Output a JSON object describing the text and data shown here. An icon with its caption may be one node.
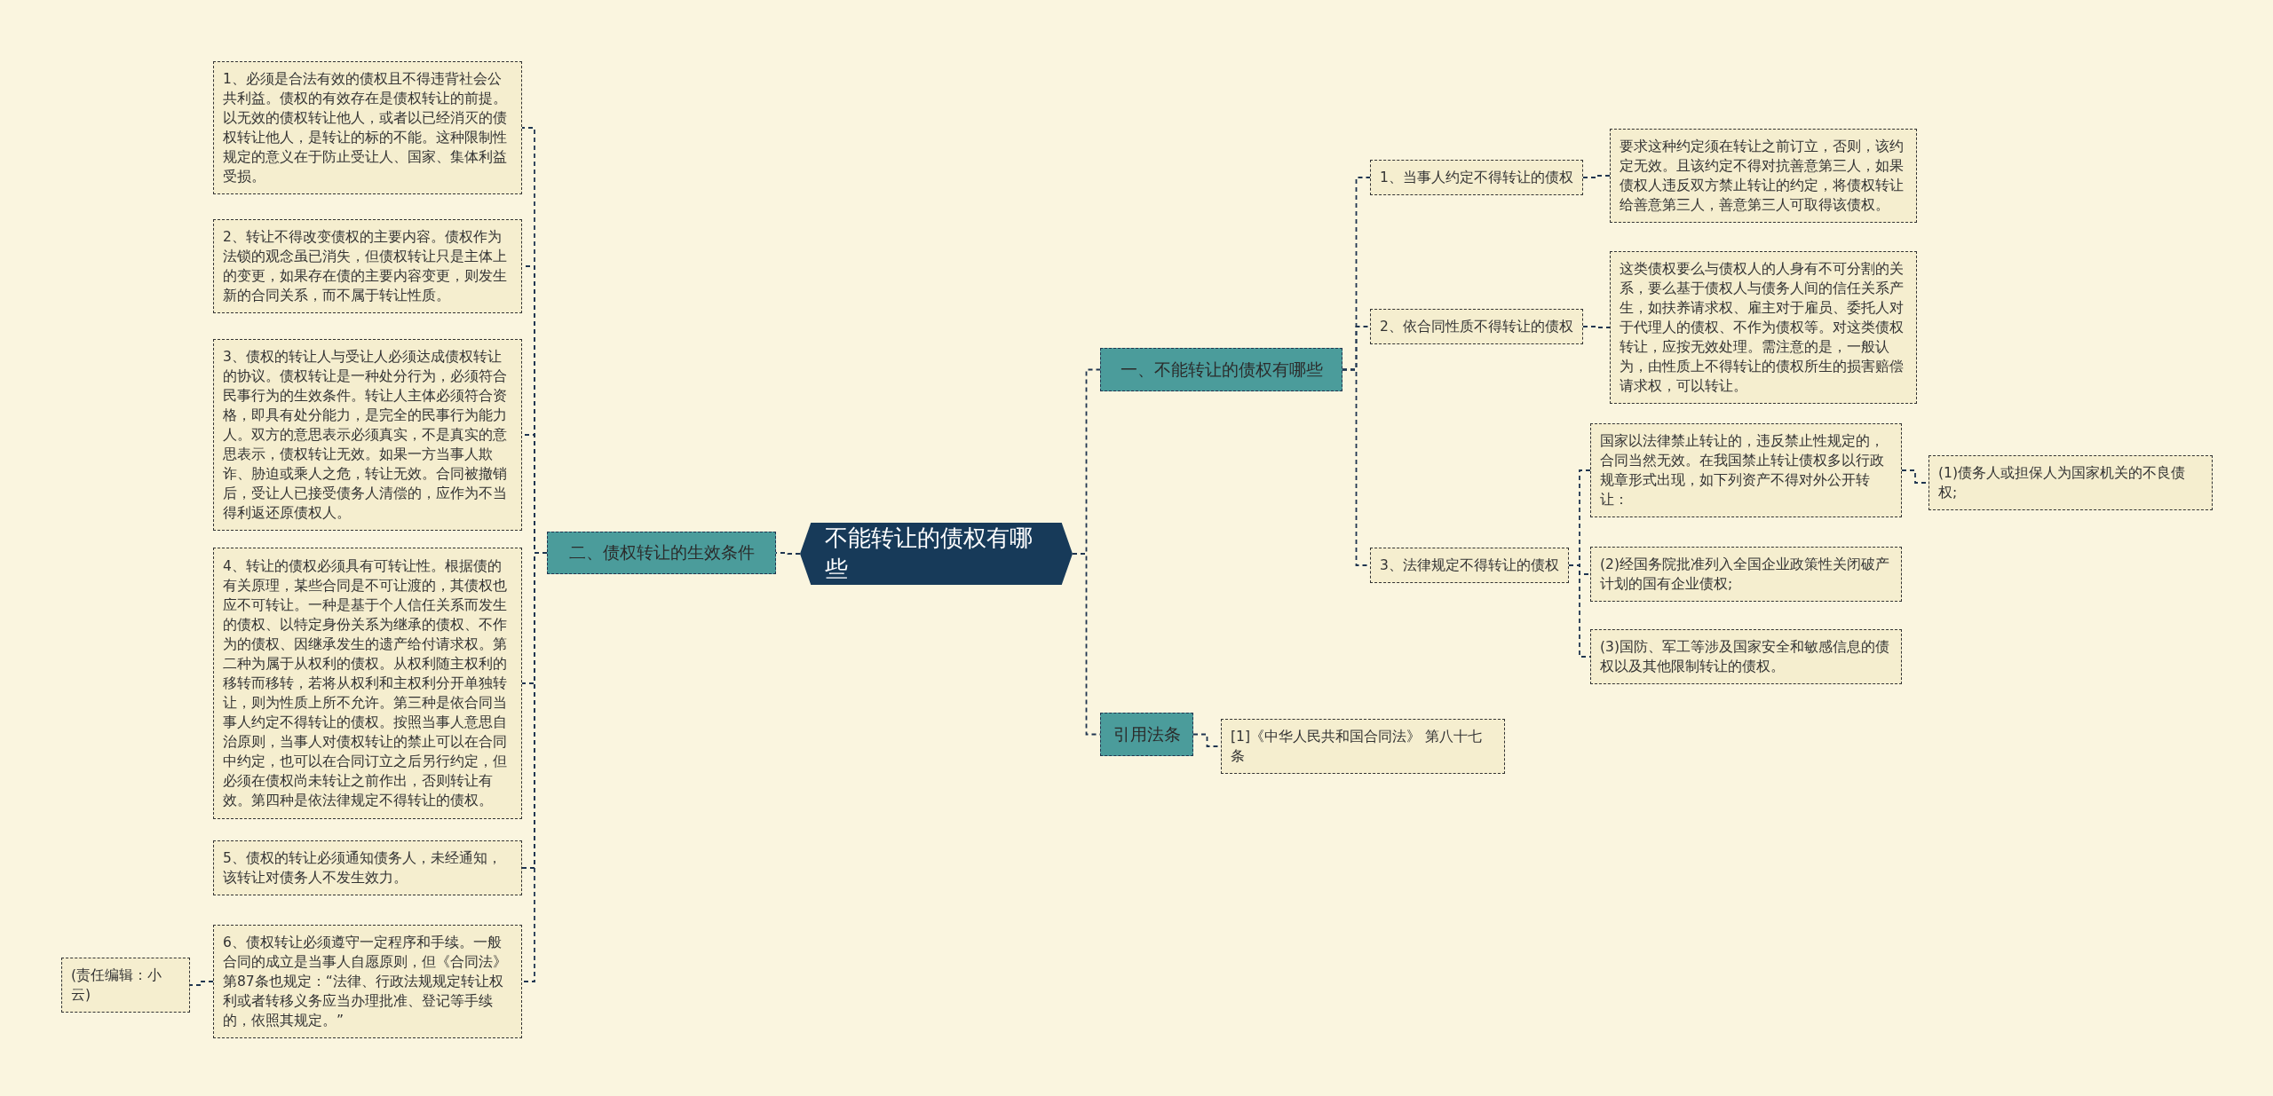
{
  "diagram": {
    "nodes": [
      {
        "text": [
          "不能转让的债权有哪些"
        ]
      },
      {
        "text": [
          "一、不能转让的债权有哪些"
        ]
      },
      {
        "text": [
          "1、当事人约定不得转让的债权"
        ]
      },
      {
        "text": [
          "要求这种约定须在转让之前订立，否则，该约定无效。且该约定不得对抗善意第三人，如果债权人违反双方禁止转让的约定，将债权转让给善意第三人，善意第三人可取得该债权。"
        ]
      },
      {
        "text": [
          "2、依合同性质不得转让的债权"
        ]
      },
      {
        "text": [
          "这类债权要么与债权人的人身有不可分割的关系，要么基于债权人与债务人间的信任关系产生，如扶养请求权、雇主对于雇员、委托人对于代理人的债权、不作为债权等。对这类债权转让，应按无效处理。需注意的是，一般认为，由性质上不得转让的债权所生的损害赔偿请求权，可以转让。"
        ]
      },
      {
        "text": [
          "3、法律规定不得转让的债权"
        ]
      },
      {
        "text": [
          "国家以法律禁止转让的，违反禁止性规定的，合同当然无效。在我国禁止转让债权多以行政规章形式出现，如下列资产不得对外公开转让："
        ]
      },
      {
        "text": [
          "(1)债务人或担保人为国家机关的不良债权;"
        ]
      },
      {
        "text": [
          "(2)经国务院批准列入全国企业政策性关闭破产计划的国有企业债权;"
        ]
      },
      {
        "text": [
          "(3)国防、军工等涉及国家安全和敏感信息的债权以及其他限制转让的债权。"
        ]
      },
      {
        "text": [
          "引用法条"
        ]
      },
      {
        "text": [
          "[1]《中华人民共和国合同法》 第八十七条"
        ]
      },
      {
        "text": [
          "二、债权转让的生效条件"
        ]
      },
      {
        "text": [
          "1、必须是合法有效的债权且不得违背社会公共利益。债权的有效存在是债权转让的前提。以无效的债权转让他人，或者以已经消灭的债权转让他人，是转让的标的不能。这种限制性规定的意义在于防止受让人、国家、集体利益受损。"
        ]
      },
      {
        "text": [
          "2、转让不得改变债权的主要内容。债权作为法锁的观念虽已消失，但债权转让只是主体上的变更，如果存在债的主要内容变更，则发生新的合同关系，而不属于转让性质。"
        ]
      },
      {
        "text": [
          "3、债权的转让人与受让人必须达成债权转让的协议。债权转让是一种处分行为，必须符合民事行为的生效条件。转让人主体必须符合资格，即具有处分能力，是完全的民事行为能力人。双方的意思表示必须真实，不是真实的意思表示，债权转让无效。如果一方当事人欺诈、胁迫或乘人之危，转让无效。合同被撤销后，受让人已接受债务人清偿的，应作为不当得利返还原债权人。"
        ]
      },
      {
        "text": [
          "4、转让的债权必须具有可转让性。根据债的有关原理，某些合同是不可让渡的，其债权也应不可转让。一种是基于个人信任关系而发生的债权、以特定身份关系为继承的债权、不作为的债权、因继承发生的遗产给付请求权。第二种为属于从权利的债权。从权利随主权利的移转而移转，若将从权利和主权利分开单独转让，则为性质上所不允许。第三种是依合同当事人约定不得转让的债权。按照当事人意思自治原则，当事人对债权转让的禁止可以在合同中约定，也可以在合同订立之后另行约定，但必须在债权尚未转让之前作出，否则转让有效。第四种是依法律规定不得转让的债权。"
        ]
      },
      {
        "text": [
          "5、债权的转让必须通知债务人，未经通知，该转让对债务人不发生效力。"
        ]
      },
      {
        "text": [
          "6、债权转让必须遵守一定程序和手续。一般合同的成立是当事人自愿原则，但《合同法》第87条也规定：“法律、行政法规规定转让权利或者转移义务应当办理批准、登记等手续的，依照其规定。”"
        ]
      },
      {
        "text": [
          "(责任编辑：小云)"
        ]
      }
    ],
    "edges": [
      {
        "from": 0,
        "to": 1,
        "arrow": "none"
      },
      {
        "from": 0,
        "to": 11,
        "arrow": "none"
      },
      {
        "from": 0,
        "to": 13,
        "arrow": "none"
      },
      {
        "from": 1,
        "to": 2,
        "arrow": "none"
      },
      {
        "from": 1,
        "to": 4,
        "arrow": "none"
      },
      {
        "from": 1,
        "to": 6,
        "arrow": "none"
      },
      {
        "from": 2,
        "to": 3,
        "arrow": "none"
      },
      {
        "from": 4,
        "to": 5,
        "arrow": "none"
      },
      {
        "from": 6,
        "to": 7,
        "arrow": "none"
      },
      {
        "from": 6,
        "to": 9,
        "arrow": "none"
      },
      {
        "from": 6,
        "to": 10,
        "arrow": "none"
      },
      {
        "from": 7,
        "to": 8,
        "arrow": "none"
      },
      {
        "from": 11,
        "to": 12,
        "arrow": "none"
      },
      {
        "from": 13,
        "to": 14,
        "arrow": "none"
      },
      {
        "from": 13,
        "to": 15,
        "arrow": "none"
      },
      {
        "from": 13,
        "to": 16,
        "arrow": "none"
      },
      {
        "from": 13,
        "to": 17,
        "arrow": "none"
      },
      {
        "from": 13,
        "to": 18,
        "arrow": "none"
      },
      {
        "from": 13,
        "to": 19,
        "arrow": "none"
      },
      {
        "from": 19,
        "to": 20,
        "arrow": "none"
      }
    ]
  }
}
